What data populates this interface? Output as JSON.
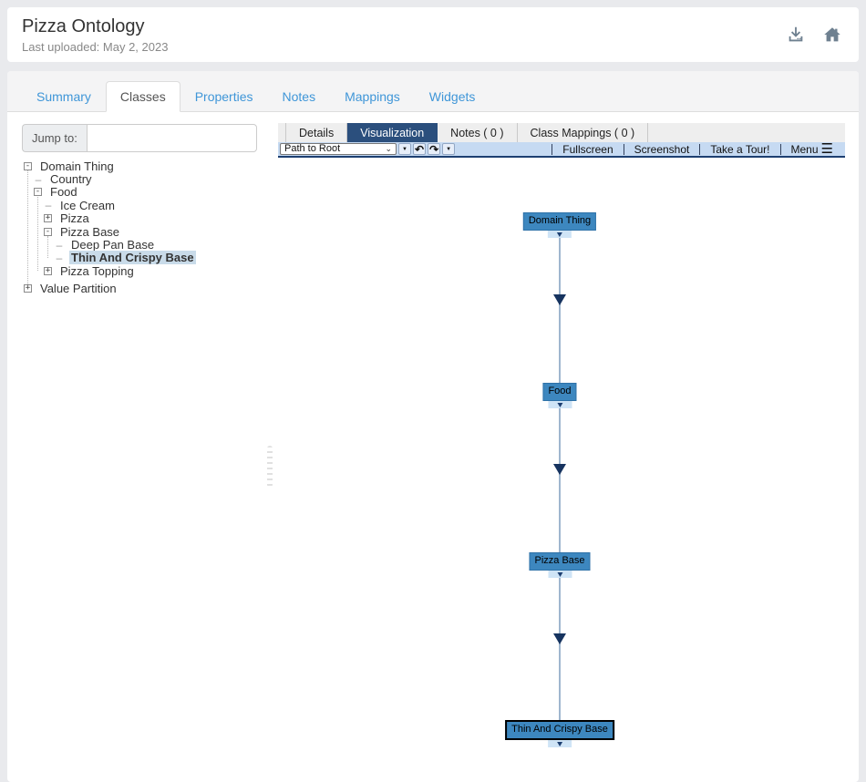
{
  "header": {
    "title": "Pizza Ontology",
    "last_uploaded": "Last uploaded: May 2, 2023"
  },
  "main_tabs": {
    "items": [
      {
        "label": "Summary",
        "active": false
      },
      {
        "label": "Classes",
        "active": true
      },
      {
        "label": "Properties",
        "active": false
      },
      {
        "label": "Notes",
        "active": false
      },
      {
        "label": "Mappings",
        "active": false
      },
      {
        "label": "Widgets",
        "active": false
      }
    ]
  },
  "sidebar": {
    "jump_to": {
      "label": "Jump to:",
      "value": "",
      "placeholder": ""
    },
    "tree": [
      {
        "label": "Domain Thing",
        "level": 0,
        "expander": "collapse",
        "selected": false
      },
      {
        "label": "Country",
        "level": 1,
        "expander": "leaf",
        "selected": false
      },
      {
        "label": "Food",
        "level": 1,
        "expander": "collapse",
        "selected": false
      },
      {
        "label": "Ice Cream",
        "level": 2,
        "expander": "leaf",
        "selected": false
      },
      {
        "label": "Pizza",
        "level": 2,
        "expander": "expand",
        "selected": false
      },
      {
        "label": "Pizza Base",
        "level": 2,
        "expander": "collapse",
        "selected": false
      },
      {
        "label": "Deep Pan Base",
        "level": 3,
        "expander": "leaf",
        "selected": false
      },
      {
        "label": "Thin And Crispy Base",
        "level": 3,
        "expander": "leaf",
        "selected": true
      },
      {
        "label": "Pizza Topping",
        "level": 2,
        "expander": "expand",
        "selected": false
      },
      {
        "label": "Value Partition",
        "level": 0,
        "expander": "expand",
        "selected": false
      }
    ]
  },
  "viz": {
    "tabs": [
      {
        "label": "Details",
        "active": false
      },
      {
        "label": "Visualization",
        "active": true
      },
      {
        "label": "Notes ( 0 )",
        "active": false
      },
      {
        "label": "Class Mappings ( 0 )",
        "active": false
      }
    ],
    "toolbar": {
      "mode_selected": "Path to Root",
      "buttons_right": [
        "Fullscreen",
        "Screenshot",
        "Take a Tour!",
        "Menu"
      ]
    },
    "graph": {
      "type": "path-to-root",
      "nodes": [
        {
          "label": "Domain Thing",
          "selected": false
        },
        {
          "label": "Food",
          "selected": false
        },
        {
          "label": "Pizza Base",
          "selected": false
        },
        {
          "label": "Thin And Crispy Base",
          "selected": true
        }
      ],
      "edges": [
        {
          "from": "Domain Thing",
          "to": "Food"
        },
        {
          "from": "Food",
          "to": "Pizza Base"
        },
        {
          "from": "Pizza Base",
          "to": "Thin And Crispy Base"
        }
      ]
    }
  },
  "icons": {
    "minus": "-",
    "plus": "+",
    "leaf_dash": "–",
    "select_chevron": "⌄",
    "dropdown_triangle": "▼",
    "undo": "↶",
    "redo": "↷",
    "hamburger": "☰"
  },
  "colors": {
    "accent_link": "#3f96d8",
    "active_tab_navy": "#2b4f7d",
    "toolbar_blue": "#c6daf2",
    "node_fill": "#3d87bf",
    "node_strip": "#cfe4f6",
    "edge": "#9fb6cf",
    "arrow_navy": "#16335f",
    "tree_selected_bg": "#c9dbe9"
  }
}
